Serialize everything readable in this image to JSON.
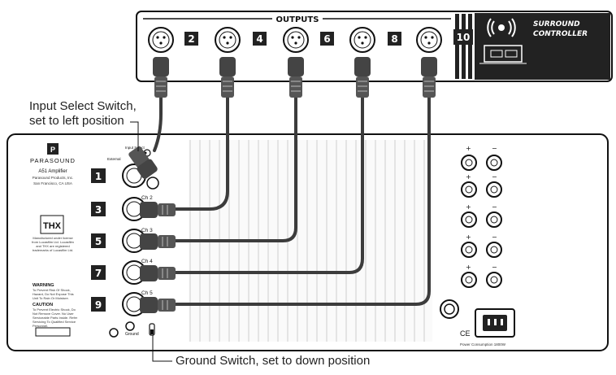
{
  "controller": {
    "outputs_label": "OUTPUTS",
    "output_numbers": [
      "2",
      "4",
      "6",
      "8",
      "10"
    ],
    "brand_line1": "SURROUND",
    "brand_line2": "CONTROLLER"
  },
  "callouts": {
    "input_select_line1": "Input Select Switch,",
    "input_select_line2": "set to left position",
    "ground_switch": "Ground Switch, set to down position"
  },
  "amplifier": {
    "brand": "PARASOUND",
    "model": "A51 Amplifier",
    "maker_line1": "Parasound Products, Inc.",
    "maker_line2": "San Francisco, CA USA",
    "input_select_label": "Input Select",
    "input_select_sub": "External",
    "channel_numbers": [
      "1",
      "3",
      "5",
      "7",
      "9"
    ],
    "channel_labels": [
      "",
      "Ch 2",
      "Ch 3",
      "Ch 4",
      "Ch 5"
    ],
    "thx_text": "THX",
    "thx_caption": "Manufactured under license from Lucasfilm Ltd. Lucasfilm and THX are registered trademarks of Lucasfilm Ltd.",
    "warning_title": "WARNING",
    "warning_text": "To Prevent Risk Of Shock, Hazard, Do Not Expose This Unit To Rain Or Moisture.",
    "caution_title": "CAUTION",
    "caution_text": "To Prevent Electric Shock, Do Not Remove Cover. No User Serviceable Parts Inside. Refer Servicing To Qualified Service Personnel.",
    "ground_label": "Ground",
    "power_consumption": "Power Consumption 1800W",
    "ce_mark": "CE"
  },
  "colors": {
    "outline": "#111111",
    "badge_bg": "#222222",
    "cable": "#3c3c3c"
  }
}
